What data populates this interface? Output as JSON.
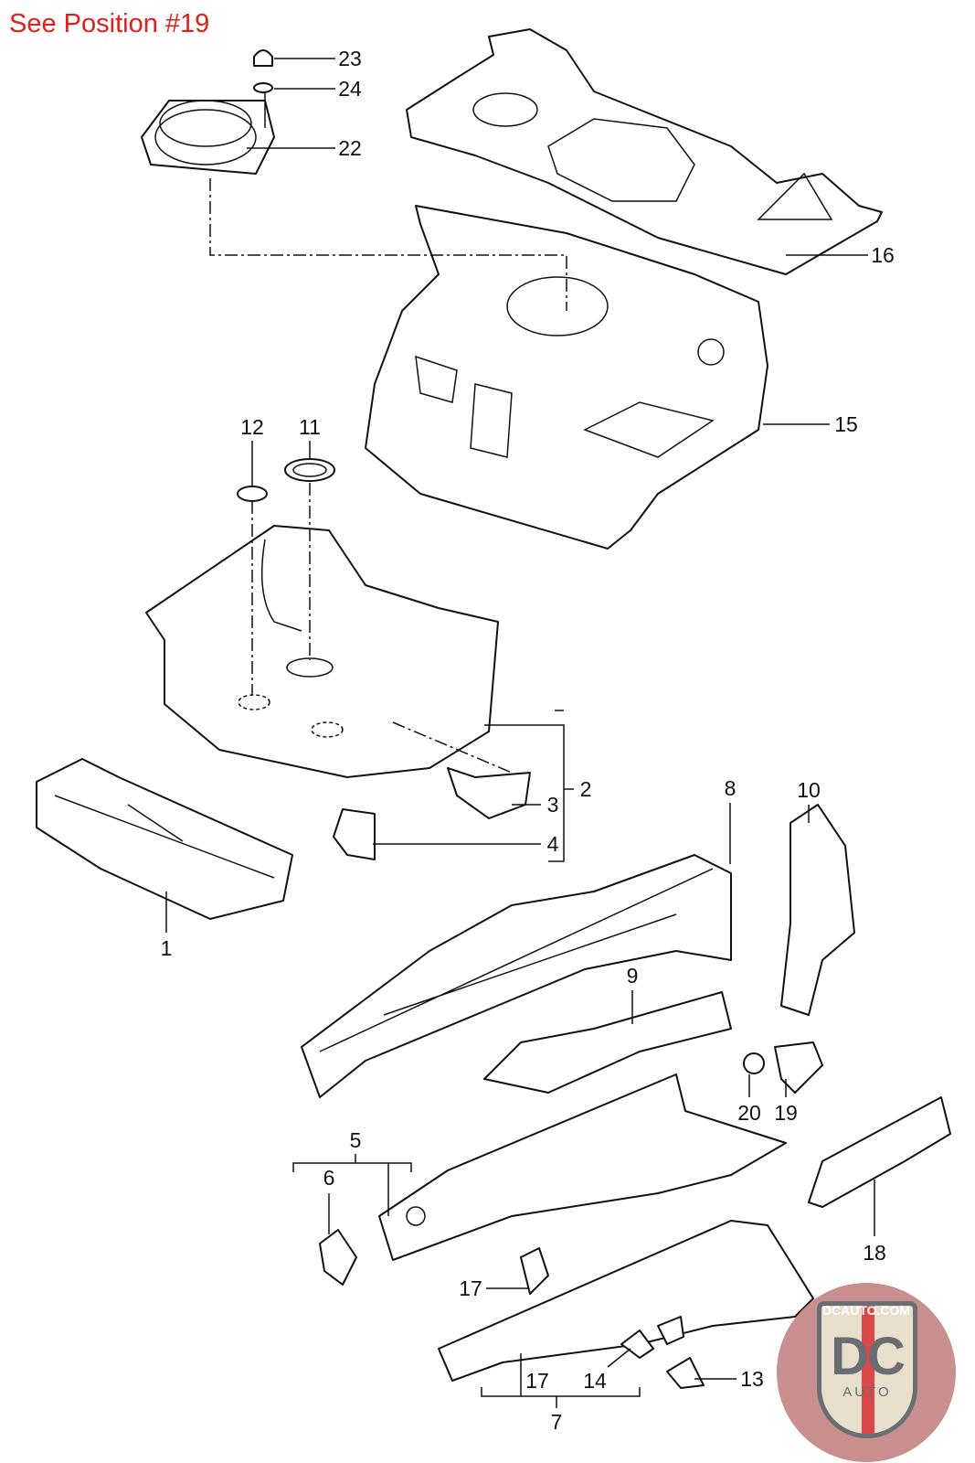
{
  "header": {
    "text": "See Position #19",
    "color": "#e0201b"
  },
  "callouts": [
    "23",
    "24",
    "22",
    "16",
    "15",
    "12",
    "11",
    "2",
    "3",
    "4",
    "8",
    "10",
    "1",
    "9",
    "20",
    "19",
    "5",
    "6",
    "18",
    "17",
    "17",
    "14",
    "13",
    "7"
  ],
  "logo": {
    "url": "DCAUTO.COM",
    "mark": "DC",
    "sub": "AUTO"
  }
}
